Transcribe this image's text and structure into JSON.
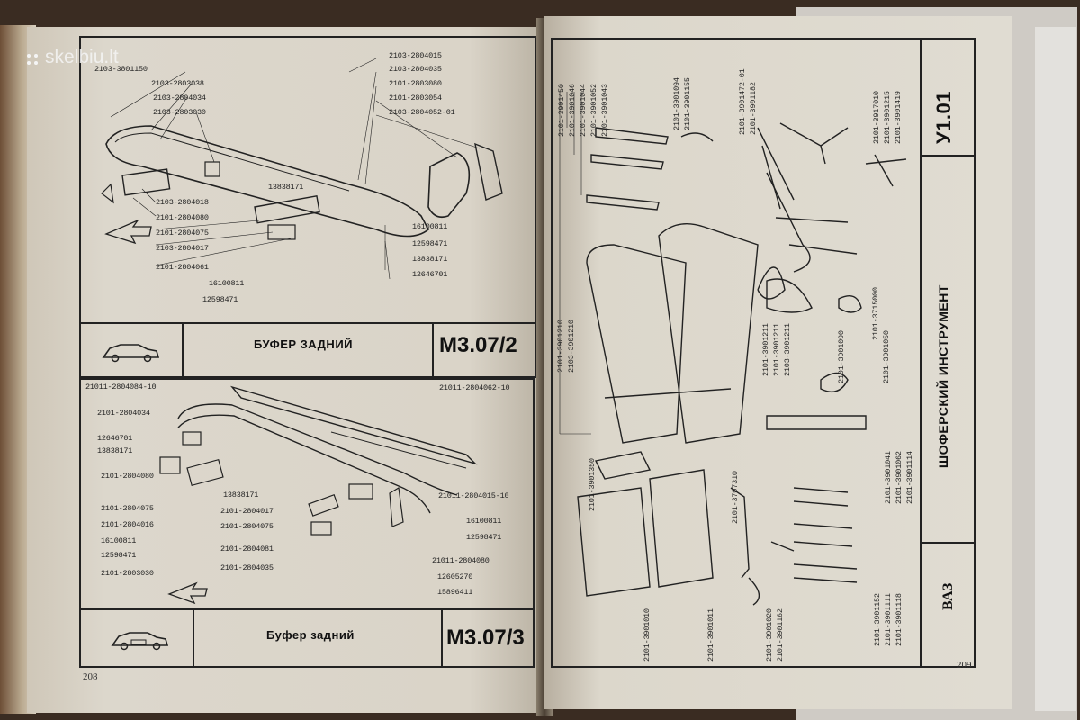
{
  "watermark": {
    "text": "skelbiu.lt"
  },
  "left_page": {
    "page_number": "208",
    "top_diagram": {
      "title": "БУФЕР ЗАДНИЙ",
      "code": "М3.07/2",
      "labels": [
        "2103-3801150",
        "2103-2803038",
        "2103-2804034",
        "2103-2803030",
        "2103-2804015",
        "2103-2804035",
        "2101-2803080",
        "2101-2803054",
        "2103-2804052-01",
        "13838171",
        "2103-2804018",
        "2101-2804080",
        "2101-2804075",
        "2103-2804017",
        "2101-2804061",
        "16100811",
        "12598471",
        "16100811",
        "12598471",
        "13838171",
        "12646701"
      ]
    },
    "bottom_diagram": {
      "title": "Буфер задний",
      "code": "М3.07/3",
      "labels": [
        "21011-2804084-10",
        "21011-2804062-10",
        "2101-2804034",
        "12646701",
        "13838171",
        "2101-2804080",
        "2101-2804075",
        "2101-2804016",
        "16100811",
        "12598471",
        "2101-2803030",
        "13838171",
        "2101-2804017",
        "2101-2804075",
        "2101-2804081",
        "2101-2804035",
        "21011-2804015-10",
        "16100811",
        "12598471",
        "21011-2804080",
        "12605270",
        "15896411"
      ]
    }
  },
  "right_page": {
    "page_number": "209",
    "code": "У1.01",
    "title": "ШОФЕРСКИЙ ИНСТРУМЕНТ",
    "logo": "ВАЗ",
    "top_labels": [
      "2101-3901450",
      "2101-3901046",
      "2101-3901044",
      "2101-3901052",
      "2101-3901043",
      "2101-3901094",
      "2101-3901155",
      "2101-3901472-01",
      "2101-3901182",
      "2101-3917010",
      "2101-3901215",
      "2101-3901419"
    ],
    "mid_labels": [
      "2101-3901210",
      "2103-3901210",
      "2101-3901211",
      "2101-3901211",
      "2103-3901211",
      "2101-3715000",
      "2101-3901090",
      "2101-3901050"
    ],
    "bottom_labels": [
      "2101-3901350",
      "2101-3901010",
      "2101-3901011",
      "2101-3707310",
      "2101-3901020",
      "2101-3901162",
      "2101-3901041",
      "2101-3901062",
      "2101-3901114",
      "2101-3901152",
      "2101-3901111",
      "2101-3901118"
    ]
  }
}
